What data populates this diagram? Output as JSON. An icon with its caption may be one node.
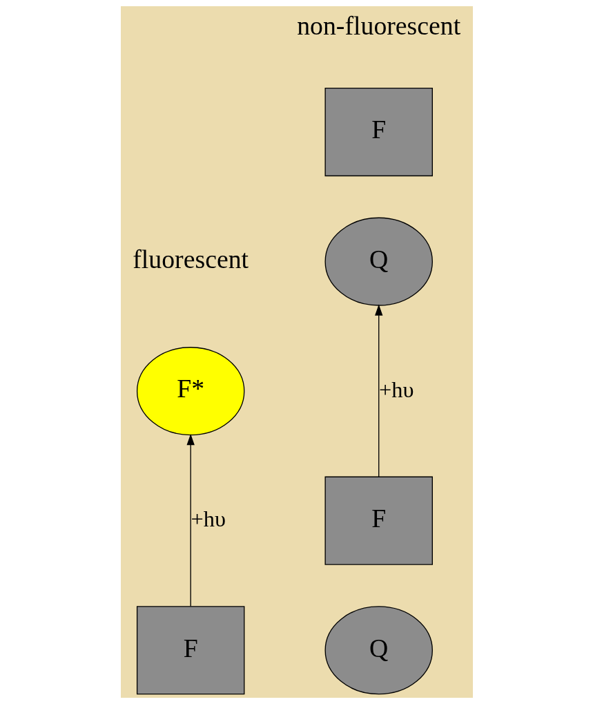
{
  "diagram": {
    "nodes": [
      {
        "text": [
          "F*"
        ],
        "beside": [
          "fluorescent"
        ]
      },
      {
        "text": [
          "F"
        ],
        "beside": [
          "non-fluorescent"
        ]
      },
      {
        "text": [
          "Q"
        ]
      },
      {
        "text": [
          "F"
        ]
      },
      {
        "text": [
          "F"
        ]
      },
      {
        "text": [
          "Q"
        ]
      }
    ],
    "edges": [
      {
        "from": 3,
        "to": 0,
        "arrow": "to",
        "label": "+hυ"
      },
      {
        "from": 4,
        "to": 2,
        "arrow": "to",
        "label": "+hυ"
      }
    ]
  }
}
